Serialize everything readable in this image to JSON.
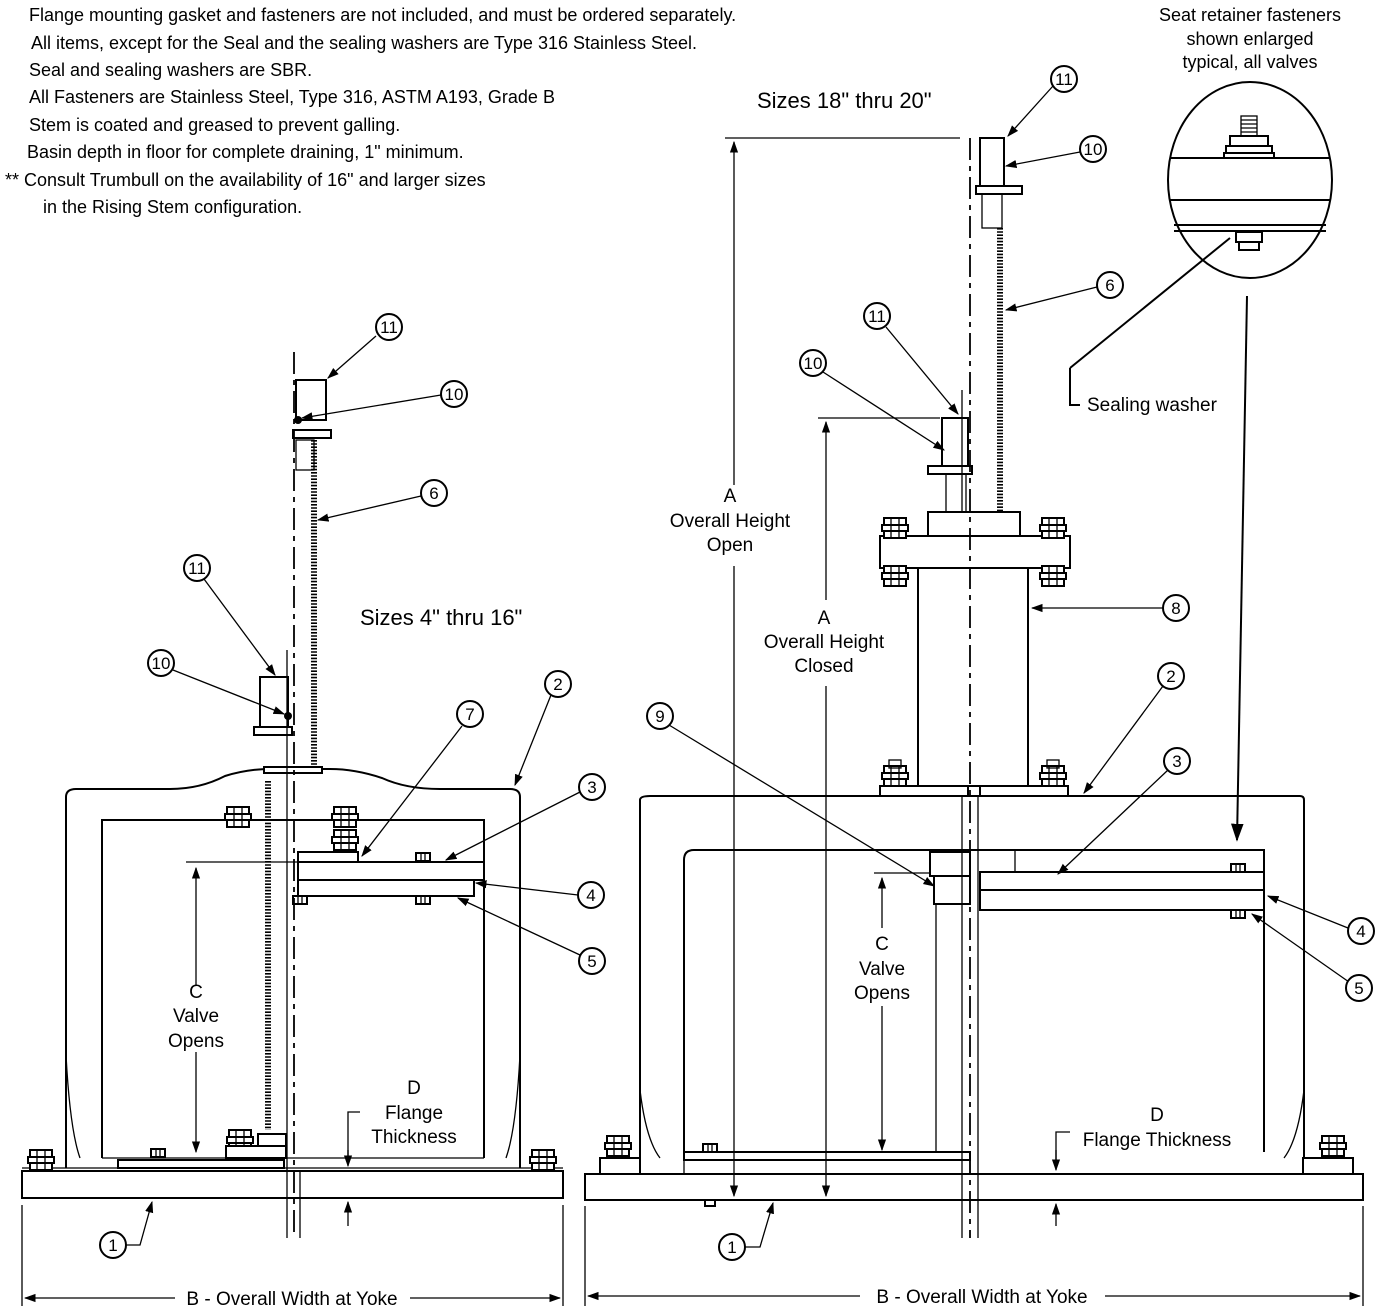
{
  "notes": [
    "Flange mounting gasket and fasteners are not included, and must be ordered separately.",
    "All items, except for the Seal and the sealing washers are Type 316 Stainless Steel.",
    "Seal and sealing washers are SBR.",
    "All Fasteners are Stainless Steel, Type 316, ASTM A193, Grade B",
    "Stem is coated and greased to prevent galling.",
    "Basin depth in floor for complete draining, 1\" minimum.",
    "** Consult Trumbull on the availability of 16\" and larger sizes",
    "in the Rising Stem configuration."
  ],
  "detail": {
    "caption": [
      "Seat retainer fasteners",
      "shown enlarged",
      "typical, all valves"
    ],
    "sealing_washer": "Sealing washer"
  },
  "left_view": {
    "title": "Sizes 4\" thru 16\"",
    "dim_c": [
      "C",
      "Valve",
      "Opens"
    ],
    "dim_d": [
      "D",
      "Flange",
      "Thickness"
    ],
    "dim_b": "B - Overall Width at Yoke"
  },
  "right_view": {
    "title": "Sizes 18\" thru 20\"",
    "dim_a_open": [
      "A",
      "Overall Height",
      "Open"
    ],
    "dim_a_closed": [
      "A",
      "Overall Height",
      "Closed"
    ],
    "dim_c": [
      "C",
      "Valve",
      "Opens"
    ],
    "dim_d": [
      "D",
      "Flange Thickness"
    ],
    "dim_b": "B - Overall Width at Yoke"
  },
  "balloons": {
    "left": [
      "11",
      "10",
      "6",
      "11",
      "10",
      "2",
      "7",
      "3",
      "4",
      "5",
      "1"
    ],
    "right": [
      "11",
      "10",
      "6",
      "11",
      "10",
      "8",
      "9",
      "2",
      "3",
      "4",
      "5",
      "1"
    ]
  }
}
